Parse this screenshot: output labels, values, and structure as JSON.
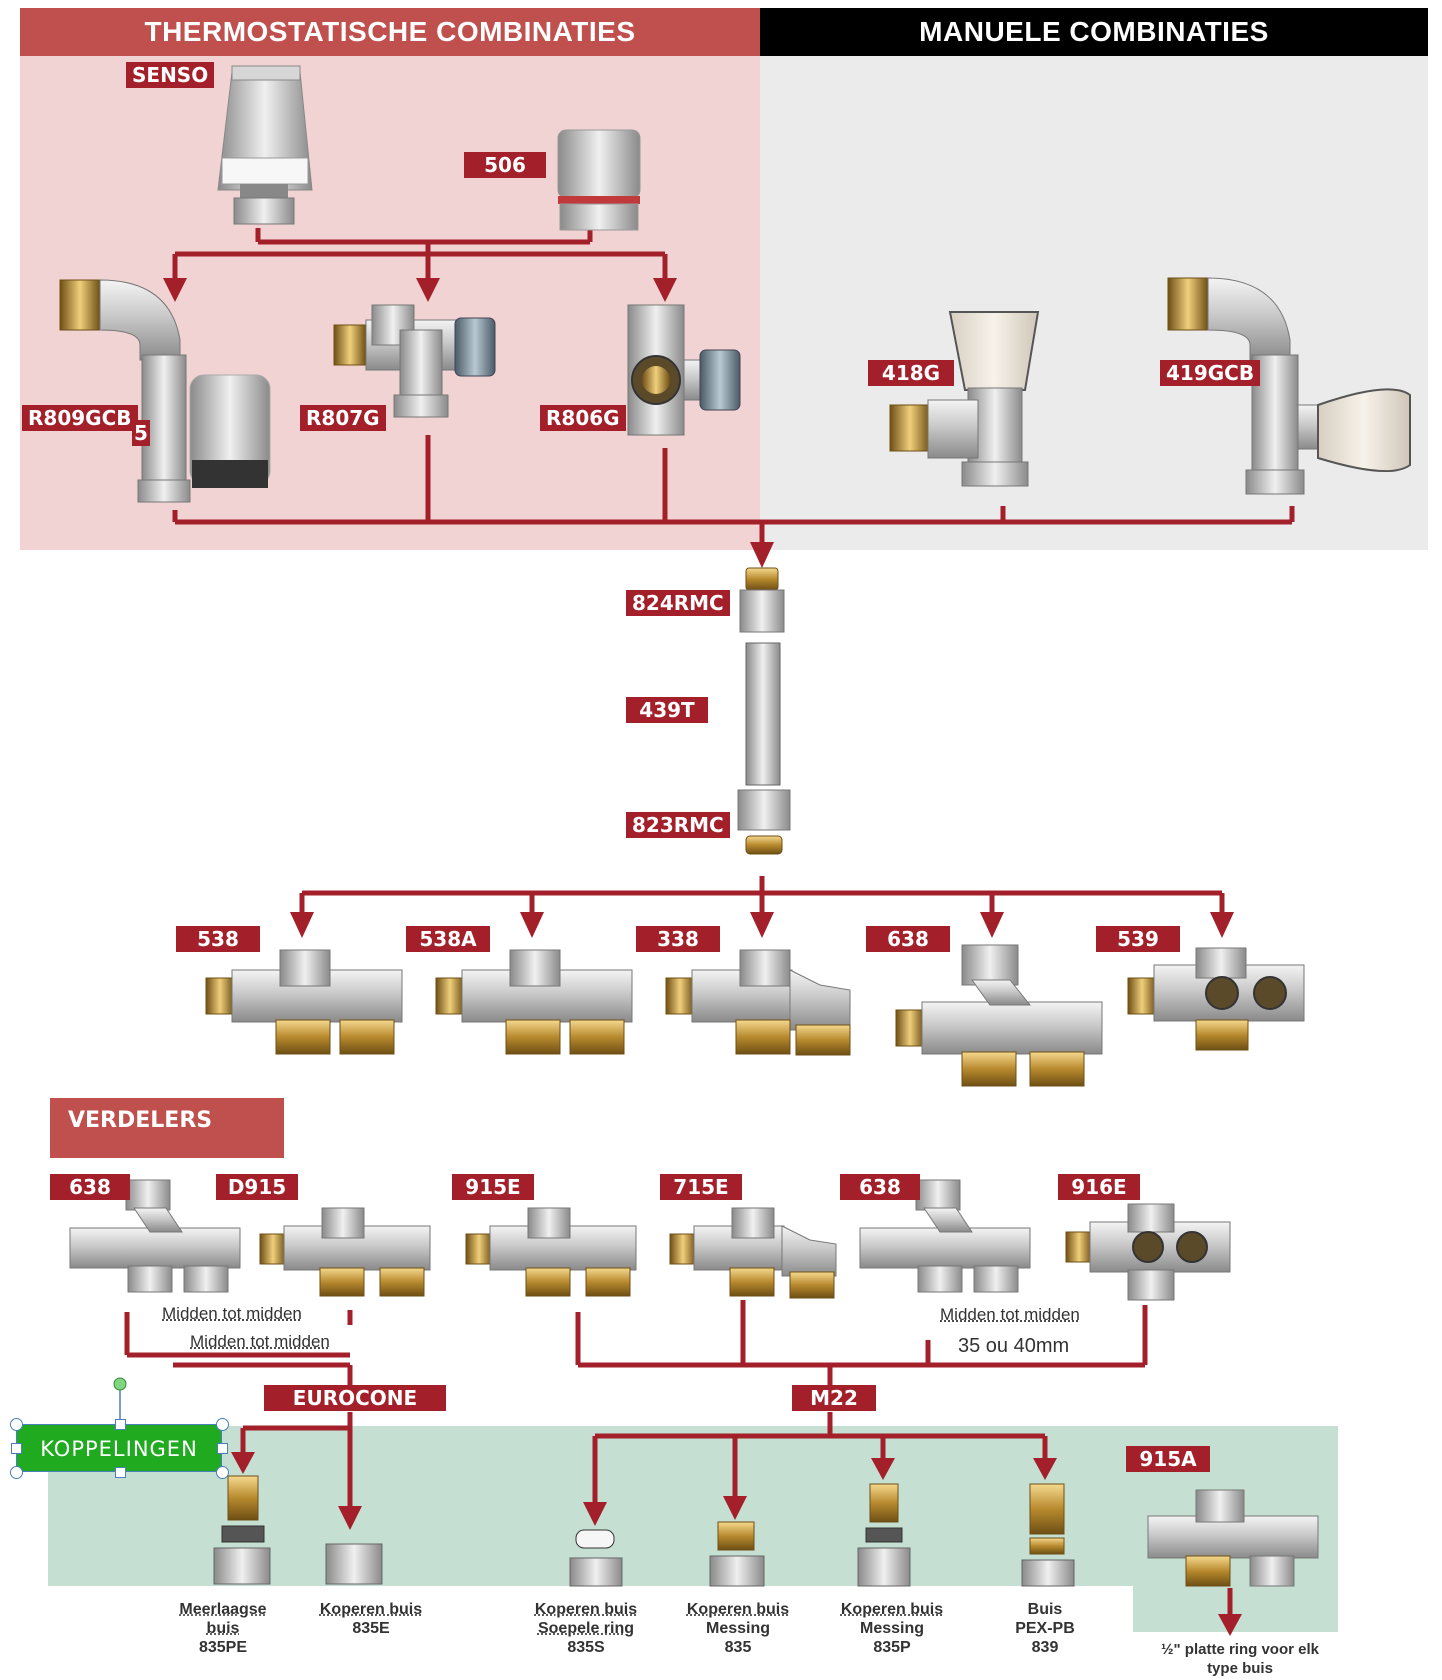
{
  "headers": {
    "thermo": "THERMOSTATISCHE COMBINATIES",
    "manual": "MANUELE COMBINATIES"
  },
  "top_labels": {
    "senso": "SENSO",
    "l506": "506",
    "r809": "R809GCB",
    "r809_suffix": "5",
    "r807": "R807G",
    "r806": "R806G",
    "l418": "418G",
    "l419": "419GCB"
  },
  "column_labels": {
    "c824": "824RMC",
    "c439": "439T",
    "c823": "823RMC"
  },
  "tees": [
    "538",
    "538A",
    "338",
    "638",
    "539"
  ],
  "verdelers": {
    "title": "VERDELERS",
    "items": [
      "638",
      "D915",
      "915E",
      "715E",
      "638",
      "916E"
    ],
    "midden1": "Midden tot midden",
    "midden2": "Midden tot midden",
    "midden3": "Midden tot midden",
    "afstand": "35 ou 40mm"
  },
  "connectors": {
    "eurocone": "EUROCONE",
    "m22": "M22",
    "koppelingen": "KOPPELINGEN",
    "l915a": "915A"
  },
  "fittings": [
    {
      "line1": "Meerlaagse",
      "line2": "buis",
      "code": "835PE"
    },
    {
      "line1": "Koperen buis",
      "line2": "",
      "code": "835E"
    },
    {
      "line1": "Koperen buis",
      "line2": "Soepele ring",
      "code": "835S"
    },
    {
      "line1": "Koperen buis",
      "line2": "Messing",
      "code": "835"
    },
    {
      "line1": "Koperen buis",
      "line2": "Messing",
      "code": "835P"
    },
    {
      "line1": "Buis",
      "line2": "PEX-PB",
      "code": "839"
    }
  ],
  "note915a": {
    "line1": "½\" platte ring voor elk",
    "line2": "type buis"
  },
  "colors": {
    "thermo_header": "#c0504d",
    "manual_header": "#000000",
    "thermo_bg": "#f2d3d3",
    "manual_bg": "#ebebeb",
    "green_bg": "#c5e0d2",
    "arrow": "#a3202b",
    "label": "#a3202b",
    "koppelingen": "#1faa1f"
  }
}
